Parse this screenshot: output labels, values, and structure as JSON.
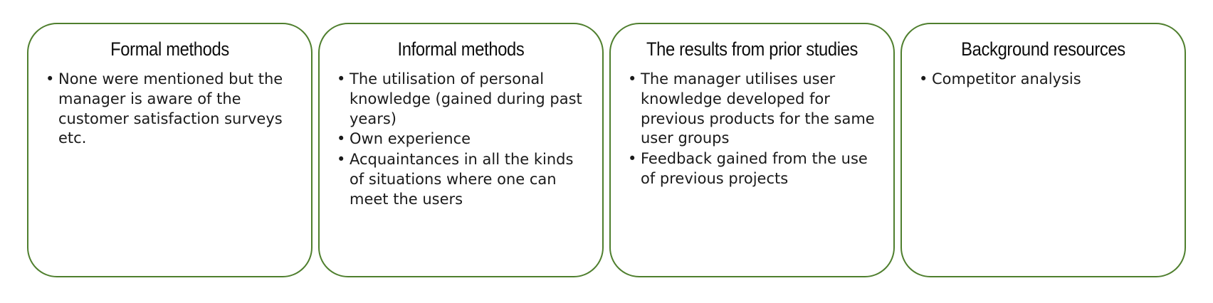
{
  "diagram": {
    "type": "four-column-rounded-box-comparison",
    "border_color": "#4f7f2e",
    "background_color": "#ffffff",
    "text_color": "#1a1a1a",
    "boxes": [
      {
        "title": "Formal methods",
        "bullets": [
          "None were mentioned but the manager is aware of the customer satisfaction surveys etc."
        ]
      },
      {
        "title": "Informal methods",
        "bullets": [
          "The utilisation of personal knowledge (gained during past years)",
          "Own experience",
          "Acquaintances in all the kinds of situations where one can meet the users"
        ]
      },
      {
        "title": "The results from prior studies",
        "bullets": [
          "The manager utilises user knowledge developed for previous products for the same user groups",
          "Feedback gained from the use of previous projects"
        ]
      },
      {
        "title": "Background resources",
        "bullets": [
          "Competitor analysis"
        ]
      }
    ]
  }
}
